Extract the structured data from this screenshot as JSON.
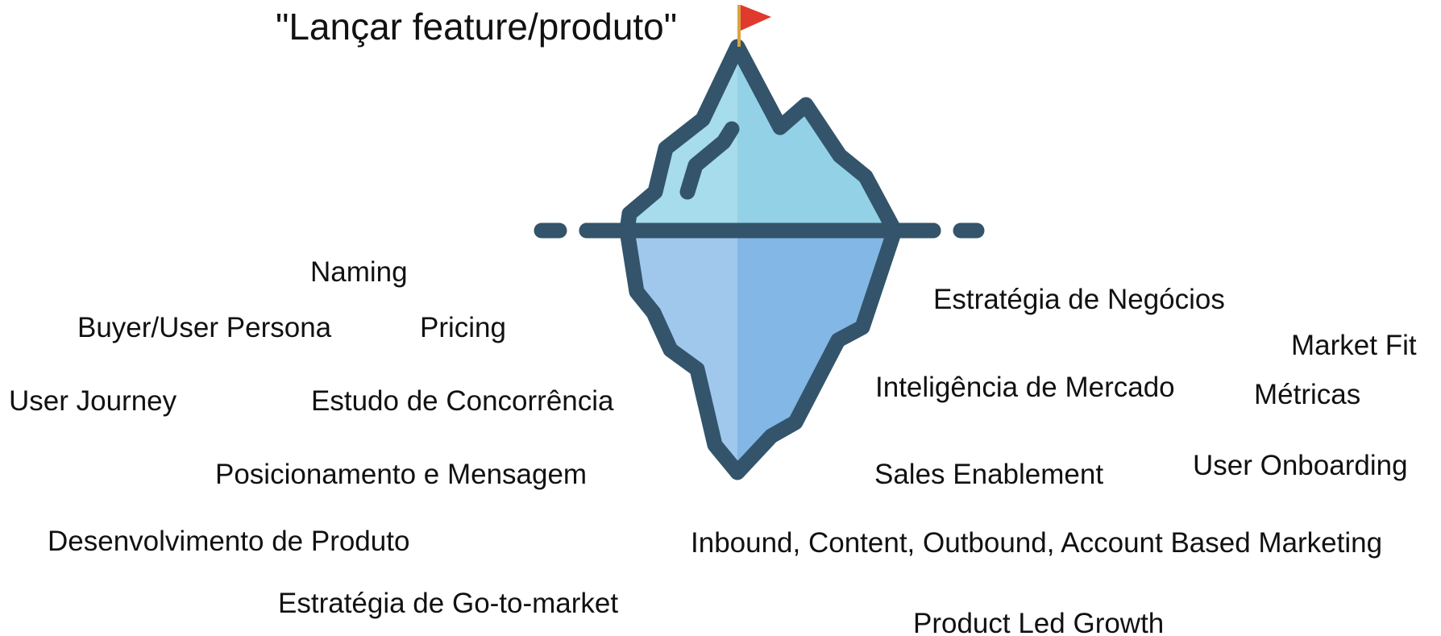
{
  "title": "\"Lançar feature/produto\"",
  "left_labels": {
    "naming": "Naming",
    "buyer_persona": "Buyer/User Persona",
    "pricing": "Pricing",
    "user_journey": "User Journey",
    "competition_study": "Estudo de Concorrência",
    "positioning": "Posicionamento e Mensagem",
    "product_development": "Desenvolvimento de Produto",
    "gtm_strategy": "Estratégia de Go-to-market"
  },
  "right_labels": {
    "business_strategy": "Estratégia de Negócios",
    "market_fit": "Market Fit",
    "market_intelligence": "Inteligência de Mercado",
    "metrics": "Métricas",
    "sales_enablement": "Sales Enablement",
    "user_onboarding": "User Onboarding",
    "marketing_channels": "Inbound, Content, Outbound, Account Based Marketing",
    "plg": "Product Led Growth"
  },
  "colors": {
    "outline": "#33546b",
    "tip_light": "#a6dceb",
    "tip_shade": "#93d1e6",
    "underwater_light": "#a0c8ec",
    "underwater_dark": "#82b7e6",
    "flag": "#e03a2f",
    "pole": "#d9a441"
  },
  "icons": [
    "iceberg-icon",
    "flag-icon"
  ]
}
